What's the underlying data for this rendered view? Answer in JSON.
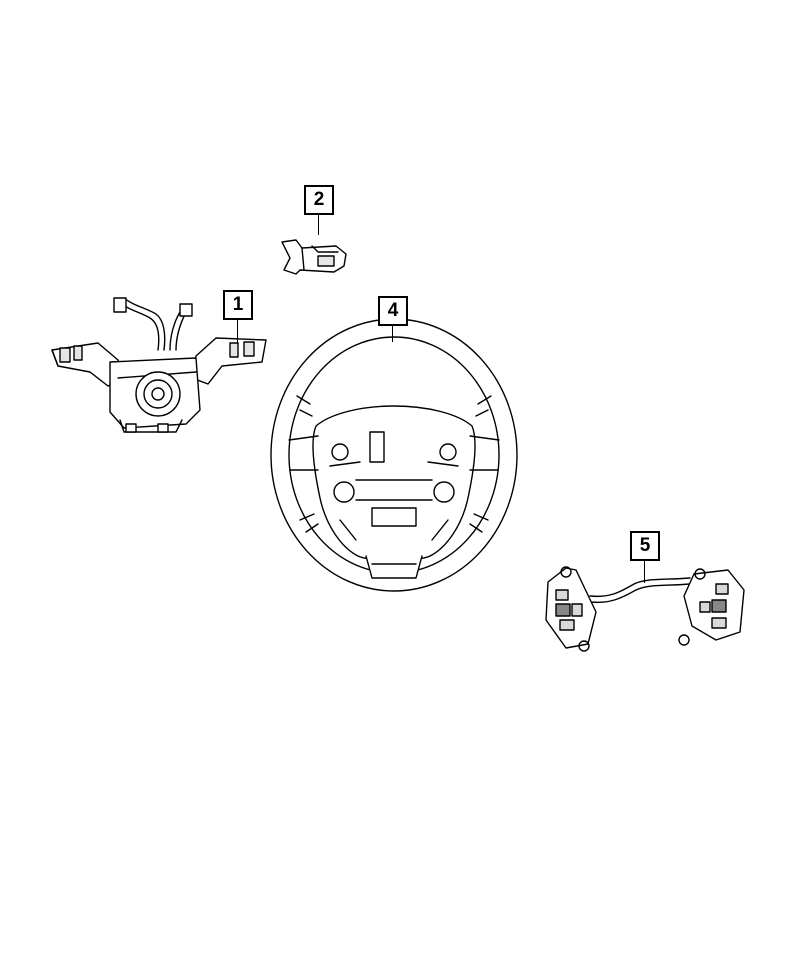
{
  "diagram": {
    "callouts": [
      {
        "id": "callout-1",
        "number": "1",
        "part": "multifunction-switch-clockspring"
      },
      {
        "id": "callout-2",
        "number": "2",
        "part": "switch-bracket"
      },
      {
        "id": "callout-4",
        "number": "4",
        "part": "steering-wheel"
      },
      {
        "id": "callout-5",
        "number": "5",
        "part": "steering-wheel-control-switches"
      }
    ],
    "colors": {
      "line": "#000000",
      "fill": "#ffffff",
      "shade": "#d9d9d9"
    }
  }
}
